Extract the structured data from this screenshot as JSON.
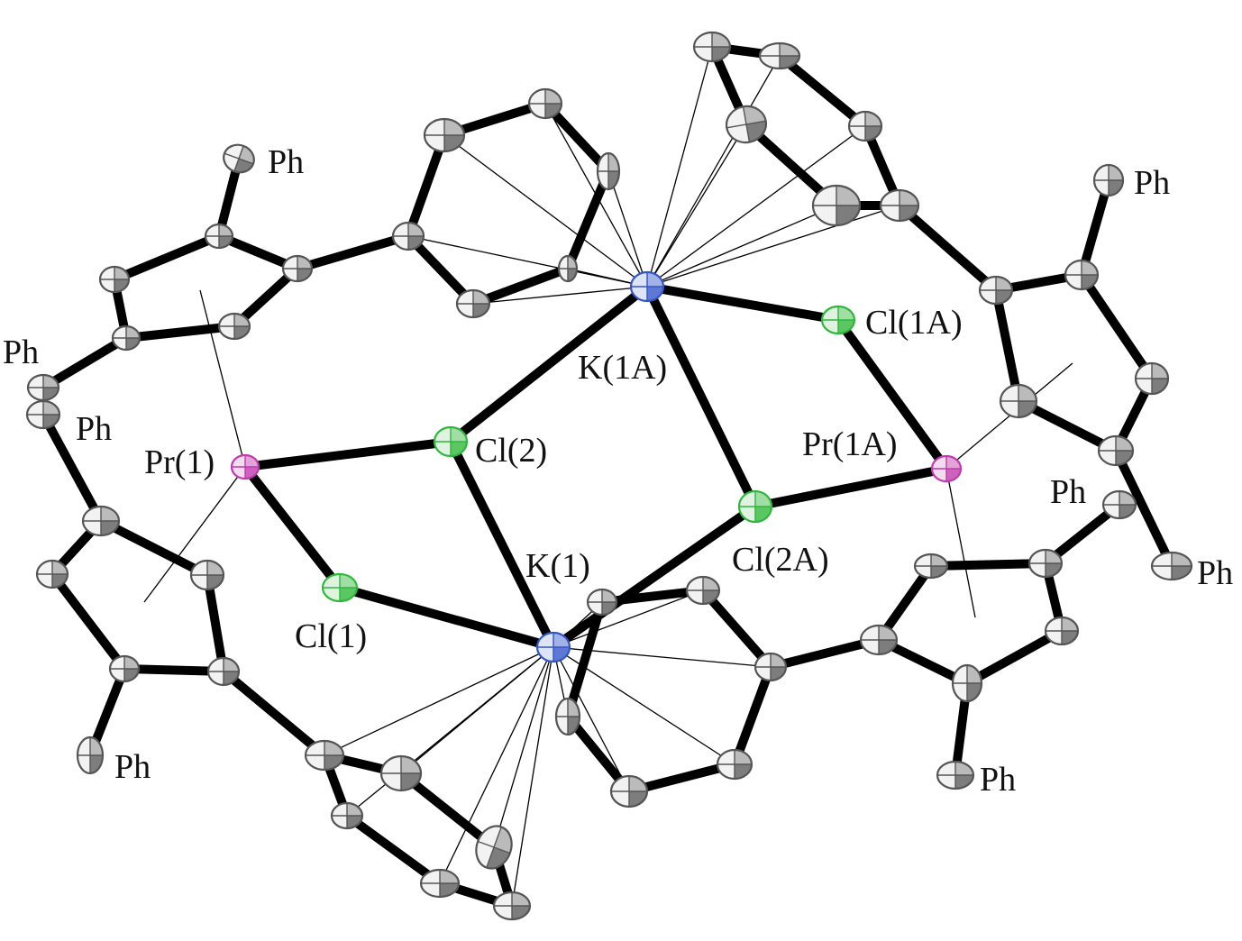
{
  "colors": {
    "carbon": "#d9d9d9",
    "carbon_stroke": "#555555",
    "potassium": "#3355c8",
    "chlorine": "#2db83a",
    "praseodymium": "#c03aae",
    "bond": "#000000",
    "background": "#ffffff"
  },
  "labels": {
    "pr1": "Pr(1)",
    "pr1a": "Pr(1A)",
    "k1": "K(1)",
    "k1a": "K(1A)",
    "cl1": "Cl(1)",
    "cl2": "Cl(2)",
    "cl1a": "Cl(1A)",
    "cl2a": "Cl(2A)",
    "ph": "Ph"
  }
}
